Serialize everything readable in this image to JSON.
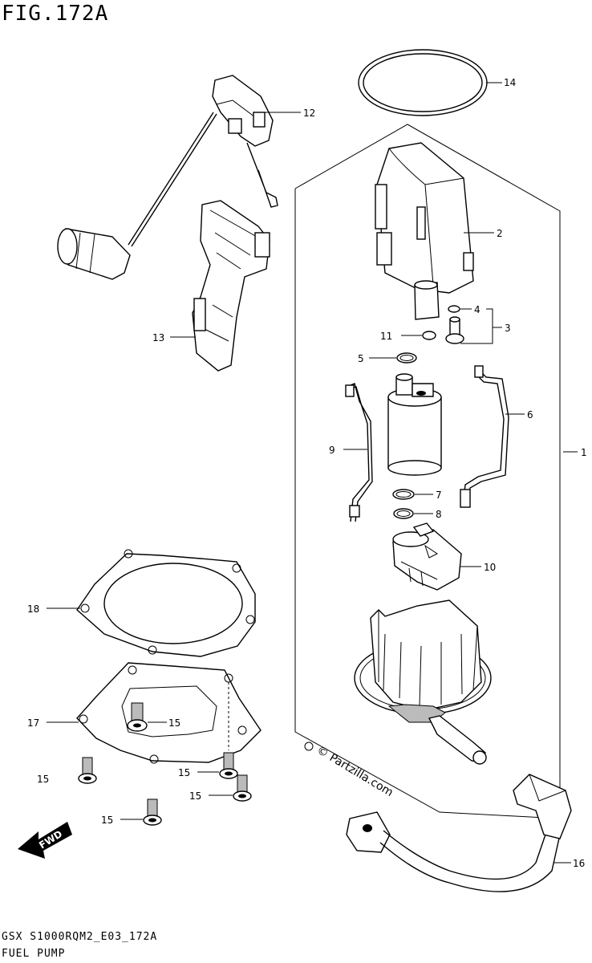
{
  "figure": {
    "title": "FIG.172A",
    "code": "GSX S1000RQM2_E03_172A",
    "section_name": "FUEL PUMP"
  },
  "watermark": "© Partzilla.com",
  "direction_label": "FWD",
  "callouts": {
    "c1": "1",
    "c2": "2",
    "c3": "3",
    "c4": "4",
    "c5": "5",
    "c6": "6",
    "c7": "7",
    "c8": "8",
    "c9": "9",
    "c10": "10",
    "c11": "11",
    "c12": "12",
    "c13": "13",
    "c14": "14",
    "c15a": "15",
    "c15b": "15",
    "c15c": "15",
    "c15d": "15",
    "c15e": "15",
    "c16": "16",
    "c17": "17",
    "c18": "18"
  }
}
